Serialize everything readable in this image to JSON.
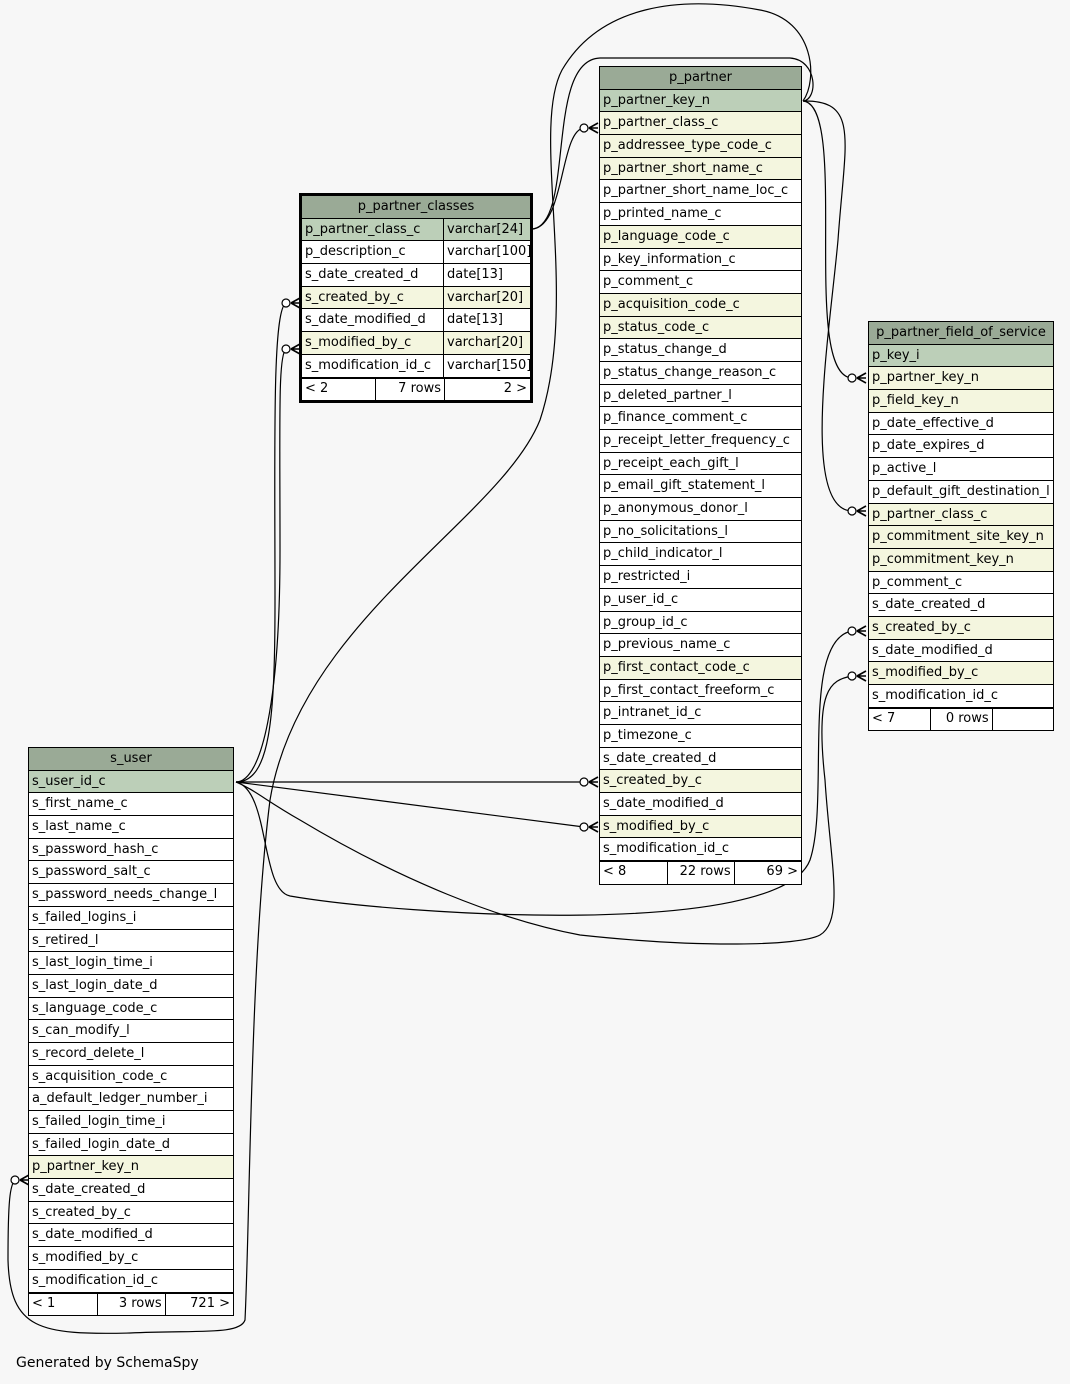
{
  "tables": [
    {
      "id": "p_partner_classes",
      "title": "p_partner_classes",
      "bold": true,
      "columns": [
        {
          "name": "p_partner_class_c",
          "type": "varchar[24]",
          "kind": "pk"
        },
        {
          "name": "p_description_c",
          "type": "varchar[100]",
          "kind": "normal"
        },
        {
          "name": "s_date_created_d",
          "type": "date[13]",
          "kind": "normal"
        },
        {
          "name": "s_created_by_c",
          "type": "varchar[20]",
          "kind": "fk"
        },
        {
          "name": "s_date_modified_d",
          "type": "date[13]",
          "kind": "normal"
        },
        {
          "name": "s_modified_by_c",
          "type": "varchar[20]",
          "kind": "fk"
        },
        {
          "name": "s_modification_id_c",
          "type": "varchar[150]",
          "kind": "normal"
        }
      ],
      "footer": [
        "< 2",
        "7 rows",
        "2 >"
      ]
    },
    {
      "id": "p_partner",
      "title": "p_partner",
      "bold": false,
      "columns": [
        {
          "name": "p_partner_key_n",
          "kind": "pk"
        },
        {
          "name": "p_partner_class_c",
          "kind": "fk"
        },
        {
          "name": "p_addressee_type_code_c",
          "kind": "fk"
        },
        {
          "name": "p_partner_short_name_c",
          "kind": "fk"
        },
        {
          "name": "p_partner_short_name_loc_c",
          "kind": "normal"
        },
        {
          "name": "p_printed_name_c",
          "kind": "normal"
        },
        {
          "name": "p_language_code_c",
          "kind": "fk"
        },
        {
          "name": "p_key_information_c",
          "kind": "normal"
        },
        {
          "name": "p_comment_c",
          "kind": "normal"
        },
        {
          "name": "p_acquisition_code_c",
          "kind": "fk"
        },
        {
          "name": "p_status_code_c",
          "kind": "fk"
        },
        {
          "name": "p_status_change_d",
          "kind": "normal"
        },
        {
          "name": "p_status_change_reason_c",
          "kind": "normal"
        },
        {
          "name": "p_deleted_partner_l",
          "kind": "normal"
        },
        {
          "name": "p_finance_comment_c",
          "kind": "normal"
        },
        {
          "name": "p_receipt_letter_frequency_c",
          "kind": "normal"
        },
        {
          "name": "p_receipt_each_gift_l",
          "kind": "normal"
        },
        {
          "name": "p_email_gift_statement_l",
          "kind": "normal"
        },
        {
          "name": "p_anonymous_donor_l",
          "kind": "normal"
        },
        {
          "name": "p_no_solicitations_l",
          "kind": "normal"
        },
        {
          "name": "p_child_indicator_l",
          "kind": "normal"
        },
        {
          "name": "p_restricted_i",
          "kind": "normal"
        },
        {
          "name": "p_user_id_c",
          "kind": "normal"
        },
        {
          "name": "p_group_id_c",
          "kind": "normal"
        },
        {
          "name": "p_previous_name_c",
          "kind": "normal"
        },
        {
          "name": "p_first_contact_code_c",
          "kind": "fk"
        },
        {
          "name": "p_first_contact_freeform_c",
          "kind": "normal"
        },
        {
          "name": "p_intranet_id_c",
          "kind": "normal"
        },
        {
          "name": "p_timezone_c",
          "kind": "normal"
        },
        {
          "name": "s_date_created_d",
          "kind": "normal"
        },
        {
          "name": "s_created_by_c",
          "kind": "fk"
        },
        {
          "name": "s_date_modified_d",
          "kind": "normal"
        },
        {
          "name": "s_modified_by_c",
          "kind": "fk"
        },
        {
          "name": "s_modification_id_c",
          "kind": "normal"
        }
      ],
      "footer": [
        "< 8",
        "22 rows",
        "69 >"
      ]
    },
    {
      "id": "p_partner_field_of_service",
      "title": "p_partner_field_of_service",
      "bold": false,
      "columns": [
        {
          "name": "p_key_i",
          "kind": "pk"
        },
        {
          "name": "p_partner_key_n",
          "kind": "fk"
        },
        {
          "name": "p_field_key_n",
          "kind": "fk"
        },
        {
          "name": "p_date_effective_d",
          "kind": "normal"
        },
        {
          "name": "p_date_expires_d",
          "kind": "normal"
        },
        {
          "name": "p_active_l",
          "kind": "normal"
        },
        {
          "name": "p_default_gift_destination_l",
          "kind": "normal"
        },
        {
          "name": "p_partner_class_c",
          "kind": "fk"
        },
        {
          "name": "p_commitment_site_key_n",
          "kind": "fk"
        },
        {
          "name": "p_commitment_key_n",
          "kind": "fk"
        },
        {
          "name": "p_comment_c",
          "kind": "normal"
        },
        {
          "name": "s_date_created_d",
          "kind": "normal"
        },
        {
          "name": "s_created_by_c",
          "kind": "fk"
        },
        {
          "name": "s_date_modified_d",
          "kind": "normal"
        },
        {
          "name": "s_modified_by_c",
          "kind": "fk"
        },
        {
          "name": "s_modification_id_c",
          "kind": "normal"
        }
      ],
      "footer": [
        "< 7",
        "0 rows",
        ""
      ]
    },
    {
      "id": "s_user",
      "title": "s_user",
      "bold": false,
      "columns": [
        {
          "name": "s_user_id_c",
          "kind": "pk"
        },
        {
          "name": "s_first_name_c",
          "kind": "normal"
        },
        {
          "name": "s_last_name_c",
          "kind": "normal"
        },
        {
          "name": "s_password_hash_c",
          "kind": "normal"
        },
        {
          "name": "s_password_salt_c",
          "kind": "normal"
        },
        {
          "name": "s_password_needs_change_l",
          "kind": "normal"
        },
        {
          "name": "s_failed_logins_i",
          "kind": "normal"
        },
        {
          "name": "s_retired_l",
          "kind": "normal"
        },
        {
          "name": "s_last_login_time_i",
          "kind": "normal"
        },
        {
          "name": "s_last_login_date_d",
          "kind": "normal"
        },
        {
          "name": "s_language_code_c",
          "kind": "normal"
        },
        {
          "name": "s_can_modify_l",
          "kind": "normal"
        },
        {
          "name": "s_record_delete_l",
          "kind": "normal"
        },
        {
          "name": "s_acquisition_code_c",
          "kind": "normal"
        },
        {
          "name": "a_default_ledger_number_i",
          "kind": "normal"
        },
        {
          "name": "s_failed_login_time_i",
          "kind": "normal"
        },
        {
          "name": "s_failed_login_date_d",
          "kind": "normal"
        },
        {
          "name": "p_partner_key_n",
          "kind": "fk"
        },
        {
          "name": "s_date_created_d",
          "kind": "normal"
        },
        {
          "name": "s_created_by_c",
          "kind": "normal"
        },
        {
          "name": "s_date_modified_d",
          "kind": "normal"
        },
        {
          "name": "s_modified_by_c",
          "kind": "normal"
        },
        {
          "name": "s_modification_id_c",
          "kind": "normal"
        }
      ],
      "footer": [
        "< 1",
        "3 rows",
        "721 >"
      ]
    }
  ],
  "relationships": [
    {
      "from_table": "p_partner",
      "from_column": "p_partner_class_c",
      "to_table": "p_partner_classes",
      "to_column": "p_partner_class_c"
    },
    {
      "from_table": "p_partner_field_of_service",
      "from_column": "p_partner_key_n",
      "to_table": "p_partner",
      "to_column": "p_partner_key_n"
    },
    {
      "from_table": "p_partner_field_of_service",
      "from_column": "p_partner_class_c",
      "to_table": "p_partner",
      "to_column": "p_partner_key_n"
    },
    {
      "from_table": "s_user",
      "from_column": "p_partner_key_n",
      "to_table": "p_partner",
      "to_column": "p_partner_key_n"
    },
    {
      "from_table": "p_partner_classes",
      "from_column": "s_created_by_c",
      "to_table": "s_user",
      "to_column": "s_user_id_c"
    },
    {
      "from_table": "p_partner_classes",
      "from_column": "s_modified_by_c",
      "to_table": "s_user",
      "to_column": "s_user_id_c"
    },
    {
      "from_table": "p_partner",
      "from_column": "s_created_by_c",
      "to_table": "s_user",
      "to_column": "s_user_id_c"
    },
    {
      "from_table": "p_partner",
      "from_column": "s_modified_by_c",
      "to_table": "s_user",
      "to_column": "s_user_id_c"
    },
    {
      "from_table": "p_partner_field_of_service",
      "from_column": "s_created_by_c",
      "to_table": "s_user",
      "to_column": "s_user_id_c"
    },
    {
      "from_table": "p_partner_field_of_service",
      "from_column": "s_modified_by_c",
      "to_table": "s_user",
      "to_column": "s_user_id_c"
    }
  ],
  "generated_by": "Generated by SchemaSpy",
  "colors": {
    "background": "#f7f7f7",
    "title": "#9aaa96",
    "primary_key": "#bccfb8",
    "foreign_key": "#f4f6df",
    "plain": "#ffffff"
  }
}
